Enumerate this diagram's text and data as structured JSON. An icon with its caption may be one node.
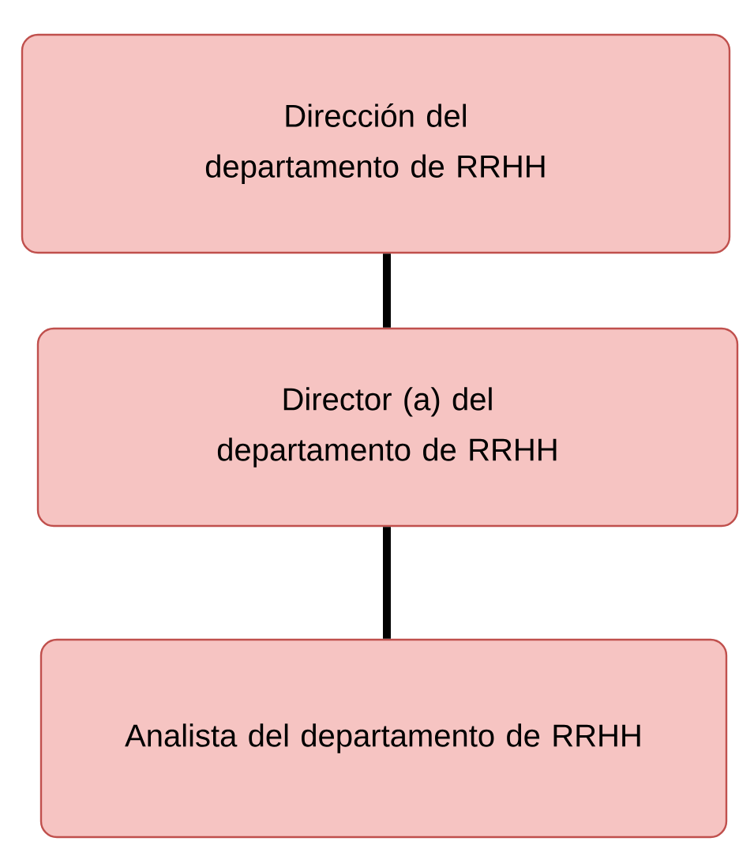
{
  "diagram": {
    "nodes": [
      {
        "text": [
          "Dirección del departamento de RRHH"
        ]
      },
      {
        "text": [
          "Director (a) del departamento de RRHH"
        ]
      },
      {
        "text": [
          "Analista del departamento de RRHH"
        ]
      }
    ],
    "edges": [
      {
        "from": 0,
        "to": 1,
        "arrow": "none"
      },
      {
        "from": 1,
        "to": 2,
        "arrow": "none"
      }
    ]
  }
}
